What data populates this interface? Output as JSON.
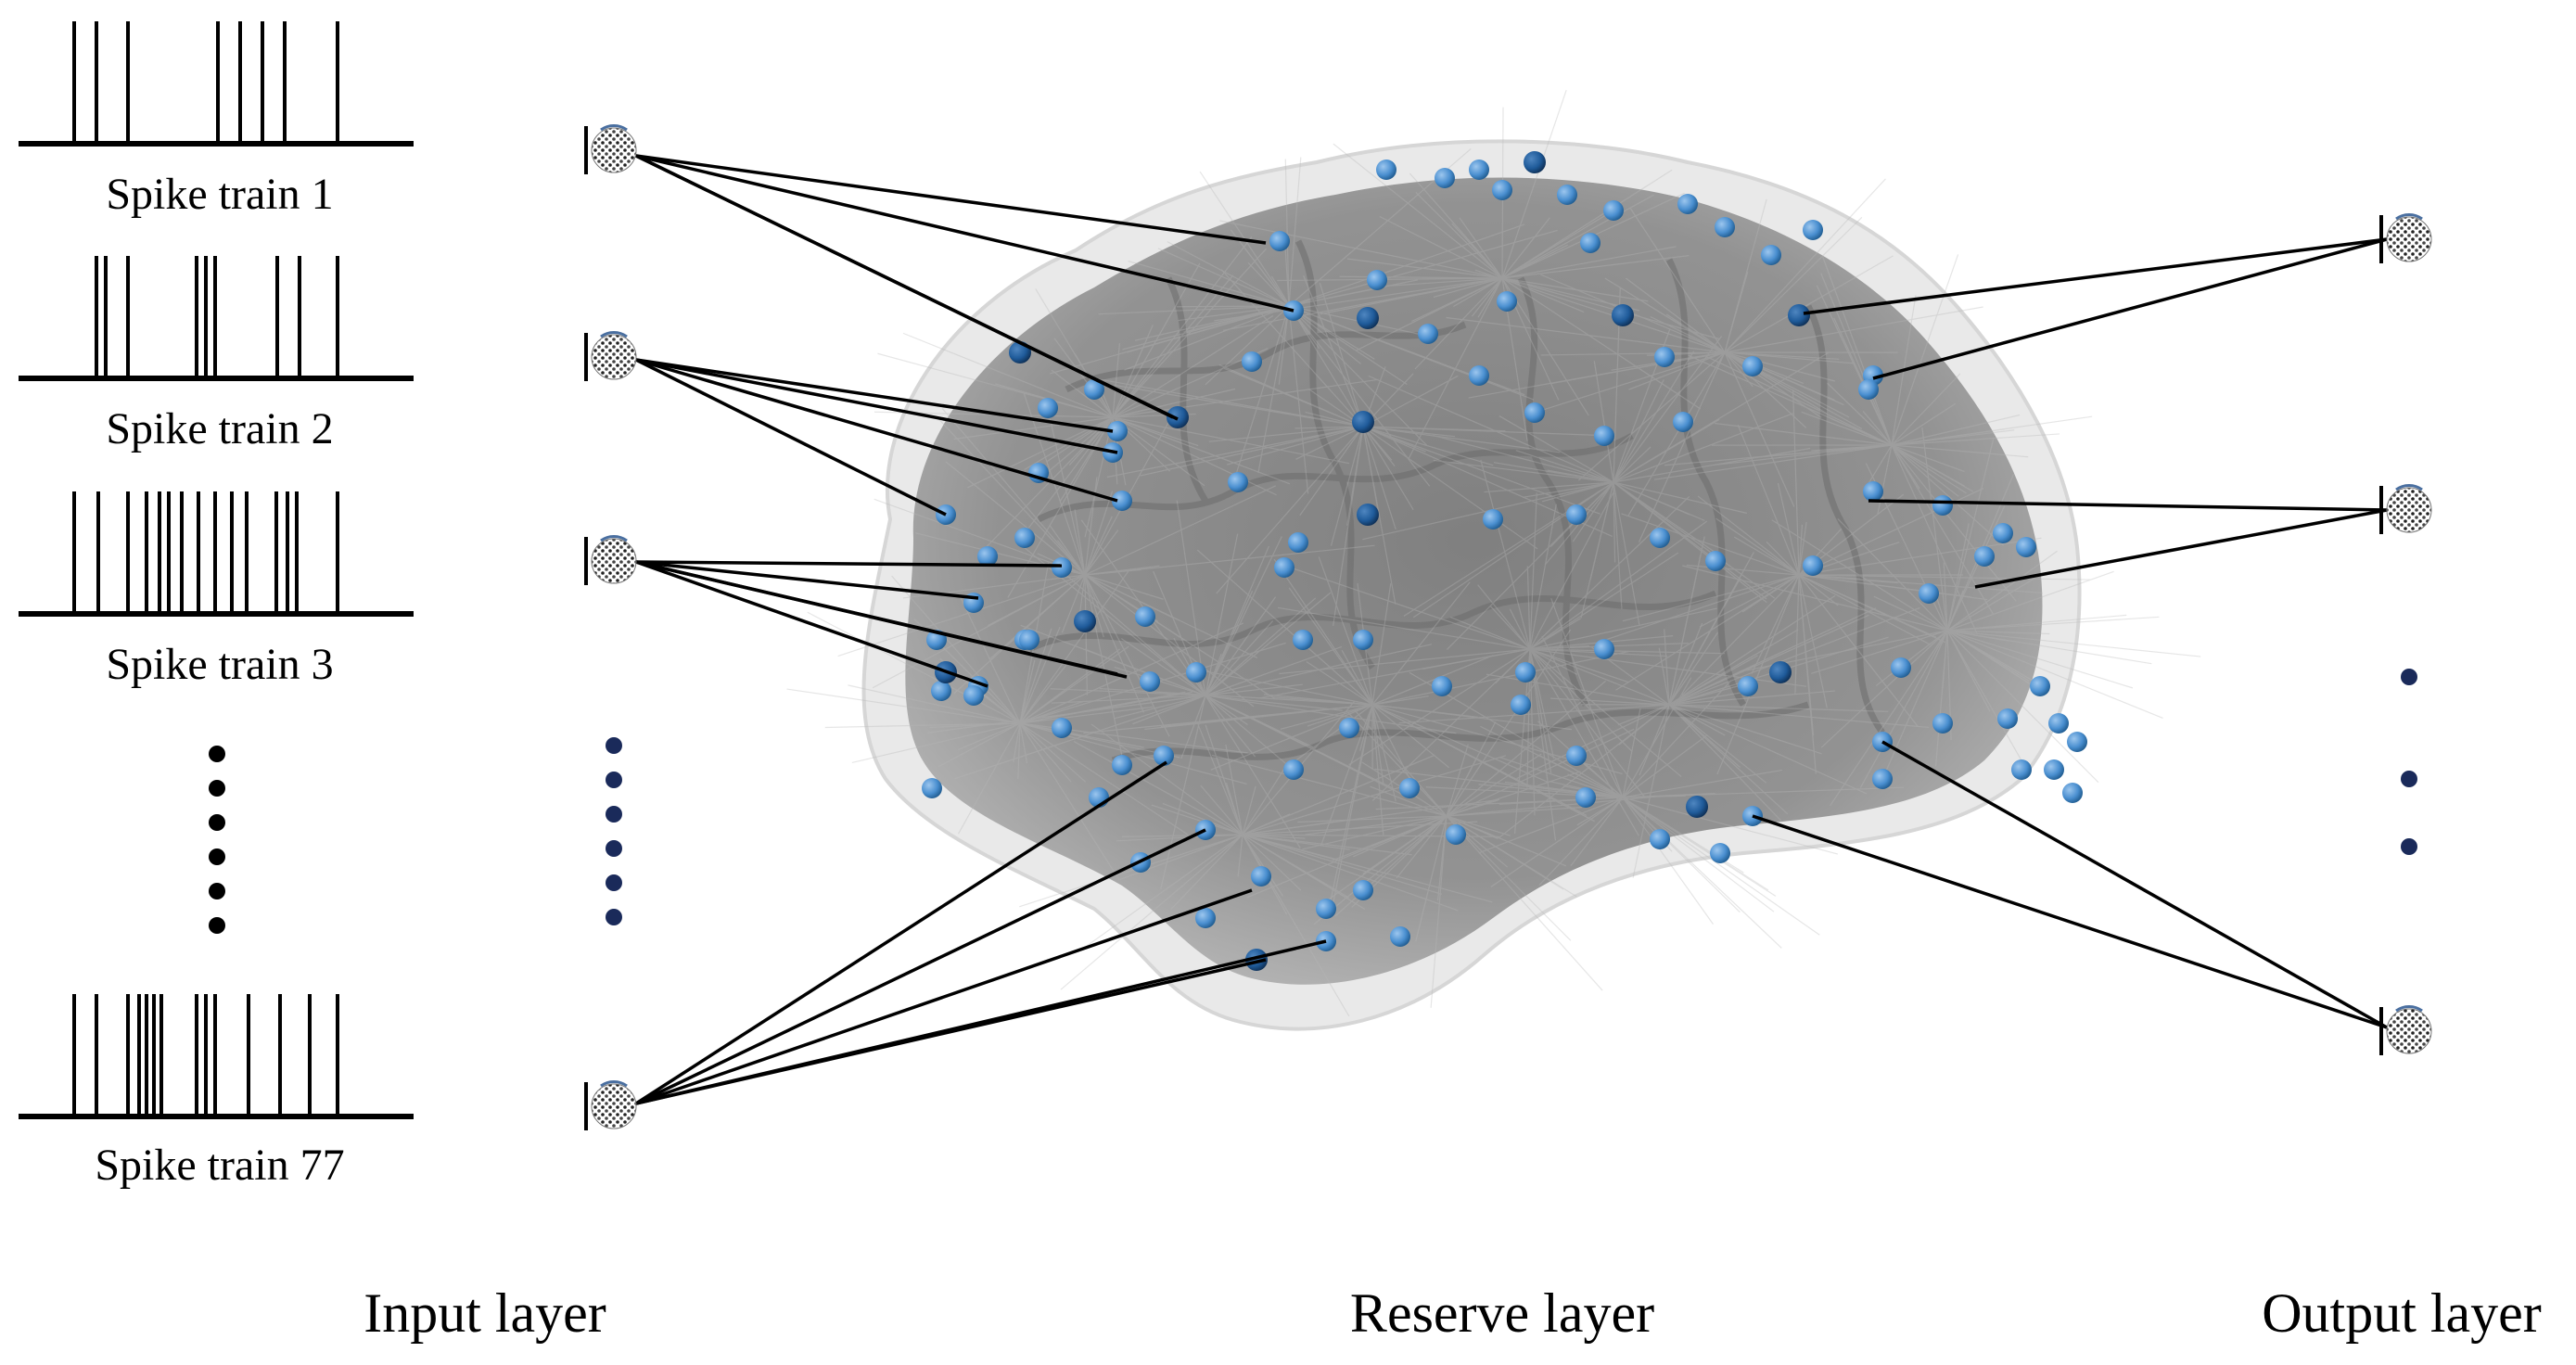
{
  "spike_trains": [
    {
      "label": "Spike train 1"
    },
    {
      "label": "Spike train 2"
    },
    {
      "label": "Spike train 3"
    },
    {
      "label": "Spike train 77"
    }
  ],
  "layers": {
    "input": "Input layer",
    "reserve": "Reserve layer",
    "output": "Output layer"
  },
  "colors": {
    "line": "#000000",
    "node_light": "#5b9bd5",
    "node_dark": "#1f5b8f",
    "brain_fill": "#8a8a8a",
    "brain_halo": "#dcdcdc",
    "ellipsis_dot": "#1a2a5a"
  },
  "icons": {
    "input_neuron": "neuron-icon",
    "output_neuron": "neuron-icon",
    "brain": "brain-network-icon"
  }
}
